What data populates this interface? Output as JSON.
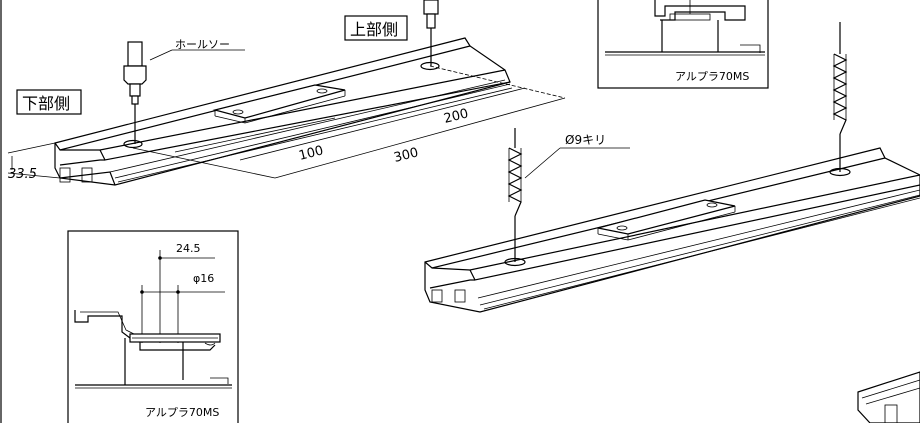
{
  "labels": {
    "upper_side": "上部側",
    "lower_side": "下部側",
    "holesaw": "ホールソー",
    "drill_9": "Ø9キリ",
    "product_top_right": "アルプラ70MS",
    "product_bottom_left": "アルプラ70MS"
  },
  "dimensions": {
    "d_100": "100",
    "d_200": "200",
    "d_300": "300",
    "d_33_5": "33.5",
    "d_24_5": "24.5",
    "d_phi16": "φ16"
  }
}
